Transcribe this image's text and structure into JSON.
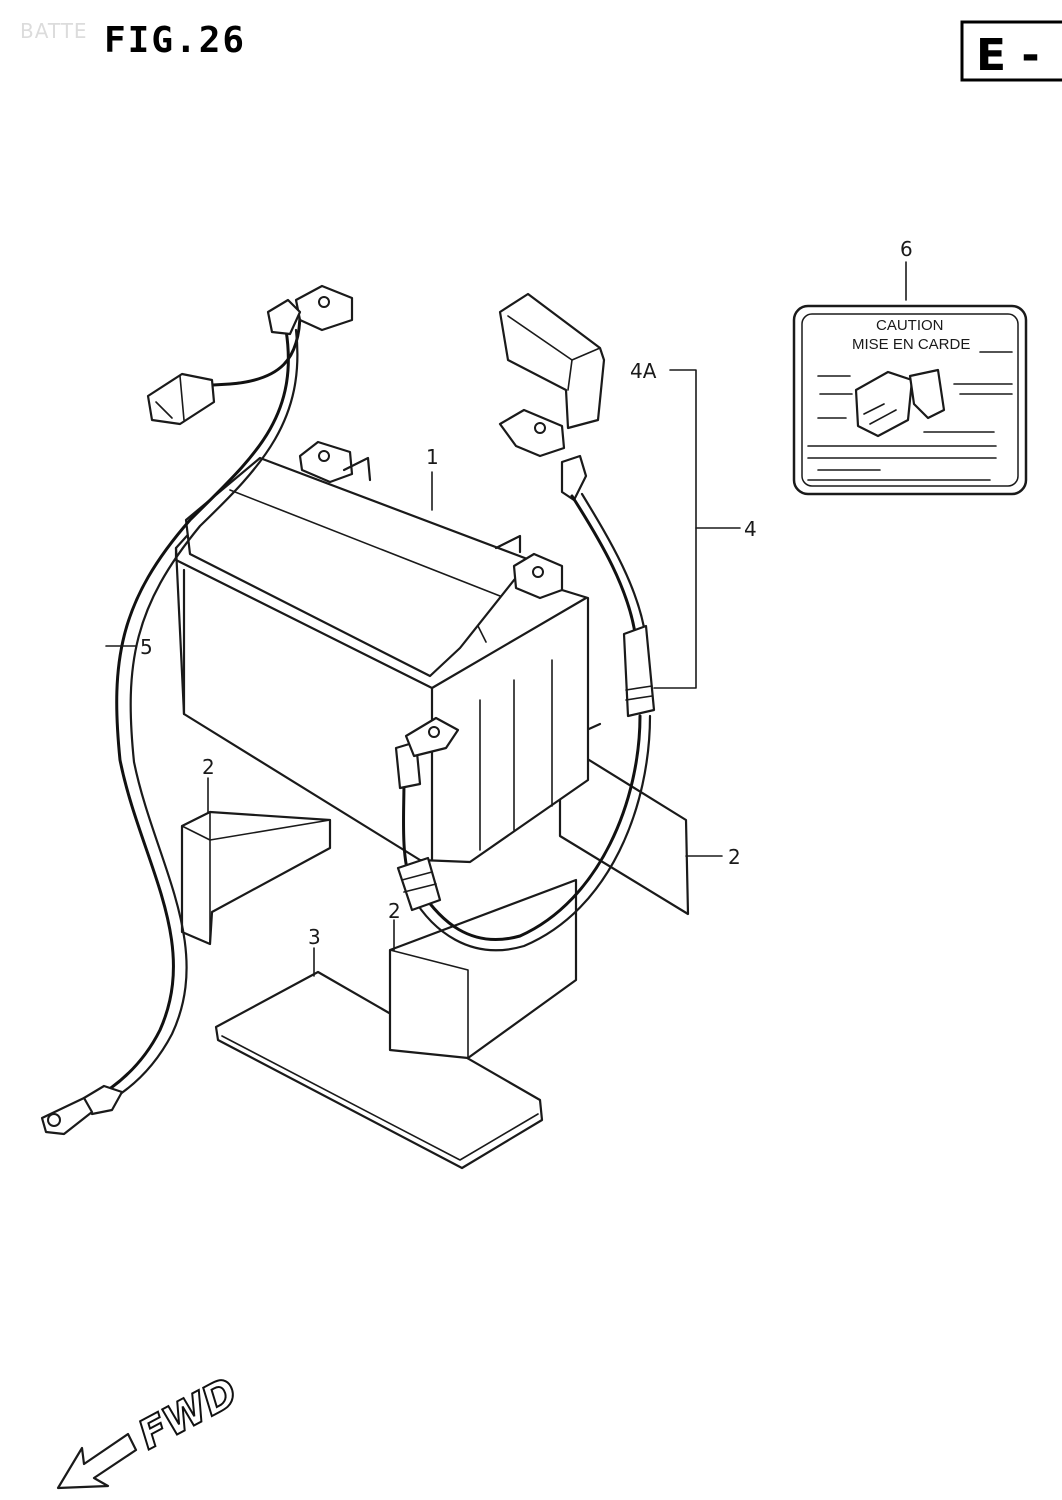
{
  "header": {
    "ghost_title": "BATTE",
    "figure_title": "FIG.26",
    "section_tab": "E -"
  },
  "callouts": {
    "battery": "1",
    "spacer_left": "2",
    "spacer_right": "2",
    "spacer_front": "2",
    "tray": "3",
    "lead_wire_plus": "4",
    "terminal_cover": "4A",
    "lead_wire_minus": "5",
    "caution_label": "6"
  },
  "caution_label": {
    "line1": "CAUTION",
    "line2": "MISE EN CARDE"
  },
  "direction": {
    "text": "FWD"
  }
}
